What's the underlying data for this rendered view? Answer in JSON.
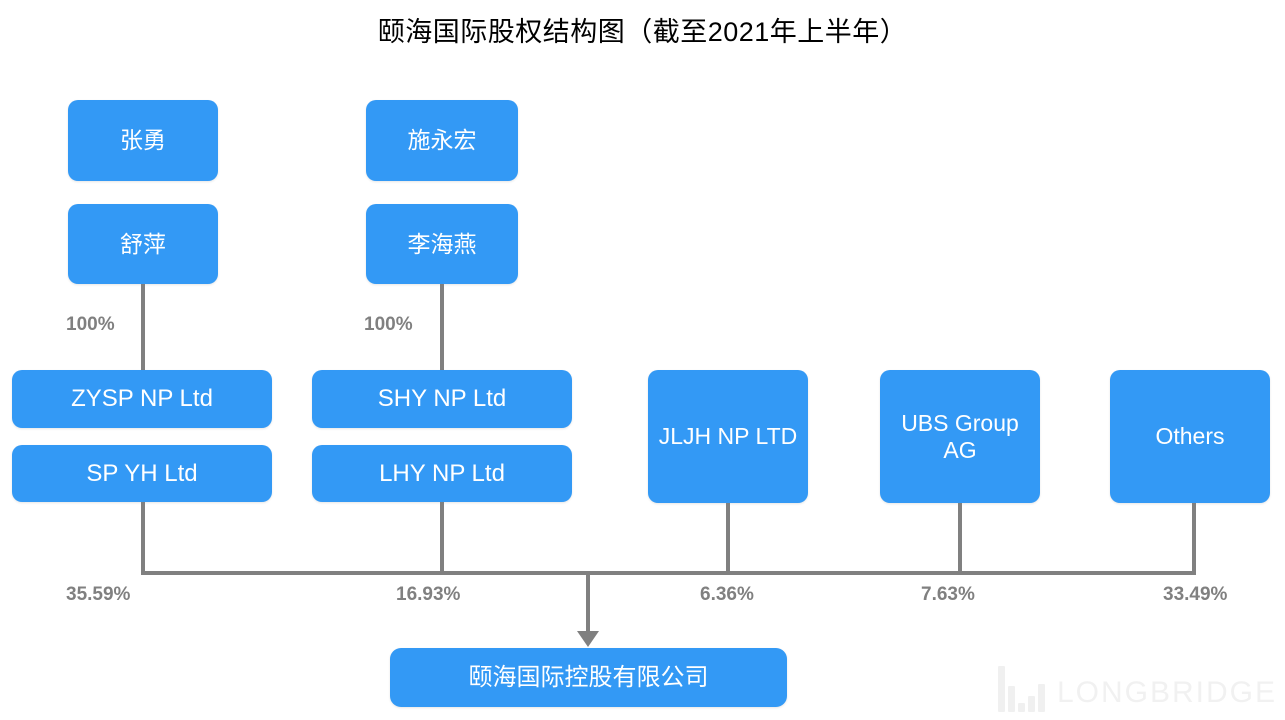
{
  "title": "颐海国际股权结构图（截至2021年上半年）",
  "colors": {
    "node_fill": "#3399f5",
    "node_text": "#ffffff",
    "edge": "#808080",
    "label_text": "#808080",
    "background": "#ffffff",
    "watermark": "#f1f1f1"
  },
  "nodes": {
    "zhangyong": "张勇",
    "shuping": "舒萍",
    "shiyonghong": "施永宏",
    "lihaiyan": "李海燕",
    "zysp_np": "ZYSP NP Ltd",
    "sp_yh": "SP YH Ltd",
    "shy_np": "SHY NP Ltd",
    "lhy_np": "LHY NP Ltd",
    "jljh_np": "JLJH NP LTD",
    "ubs": "UBS Group AG",
    "others": "Others",
    "root": "颐海国际控股有限公司"
  },
  "ownership_labels": {
    "zysp_100": "100%",
    "shy_100": "100%",
    "spyh_to_root": "35.59%",
    "lhy_to_root": "16.93%",
    "jljh_to_root": "6.36%",
    "ubs_to_root": "7.63%",
    "others_to_root": "33.49%"
  },
  "chart_data": {
    "type": "diagram",
    "title": "颐海国际股权结构图（截至2021年上半年）",
    "root": "颐海国际控股有限公司",
    "shareholders": [
      {
        "name": "SP YH Ltd",
        "stake": "35.59%",
        "value": 35.59,
        "parent": "ZYSP NP Ltd",
        "ultimate": [
          "张勇",
          "舒萍"
        ],
        "ultimate_stake": "100%"
      },
      {
        "name": "LHY NP Ltd",
        "stake": "16.93%",
        "value": 16.93,
        "parent": "SHY NP Ltd",
        "ultimate": [
          "施永宏",
          "李海燕"
        ],
        "ultimate_stake": "100%"
      },
      {
        "name": "JLJH NP LTD",
        "stake": "6.36%",
        "value": 6.36,
        "parent": null,
        "ultimate": [],
        "ultimate_stake": null
      },
      {
        "name": "UBS Group AG",
        "stake": "7.63%",
        "value": 7.63,
        "parent": null,
        "ultimate": [],
        "ultimate_stake": null
      },
      {
        "name": "Others",
        "stake": "33.49%",
        "value": 33.49,
        "parent": null,
        "ultimate": [],
        "ultimate_stake": null
      }
    ]
  },
  "watermark": {
    "text": "LONGBRIDGE",
    "logo": "bar-chart-logo"
  }
}
